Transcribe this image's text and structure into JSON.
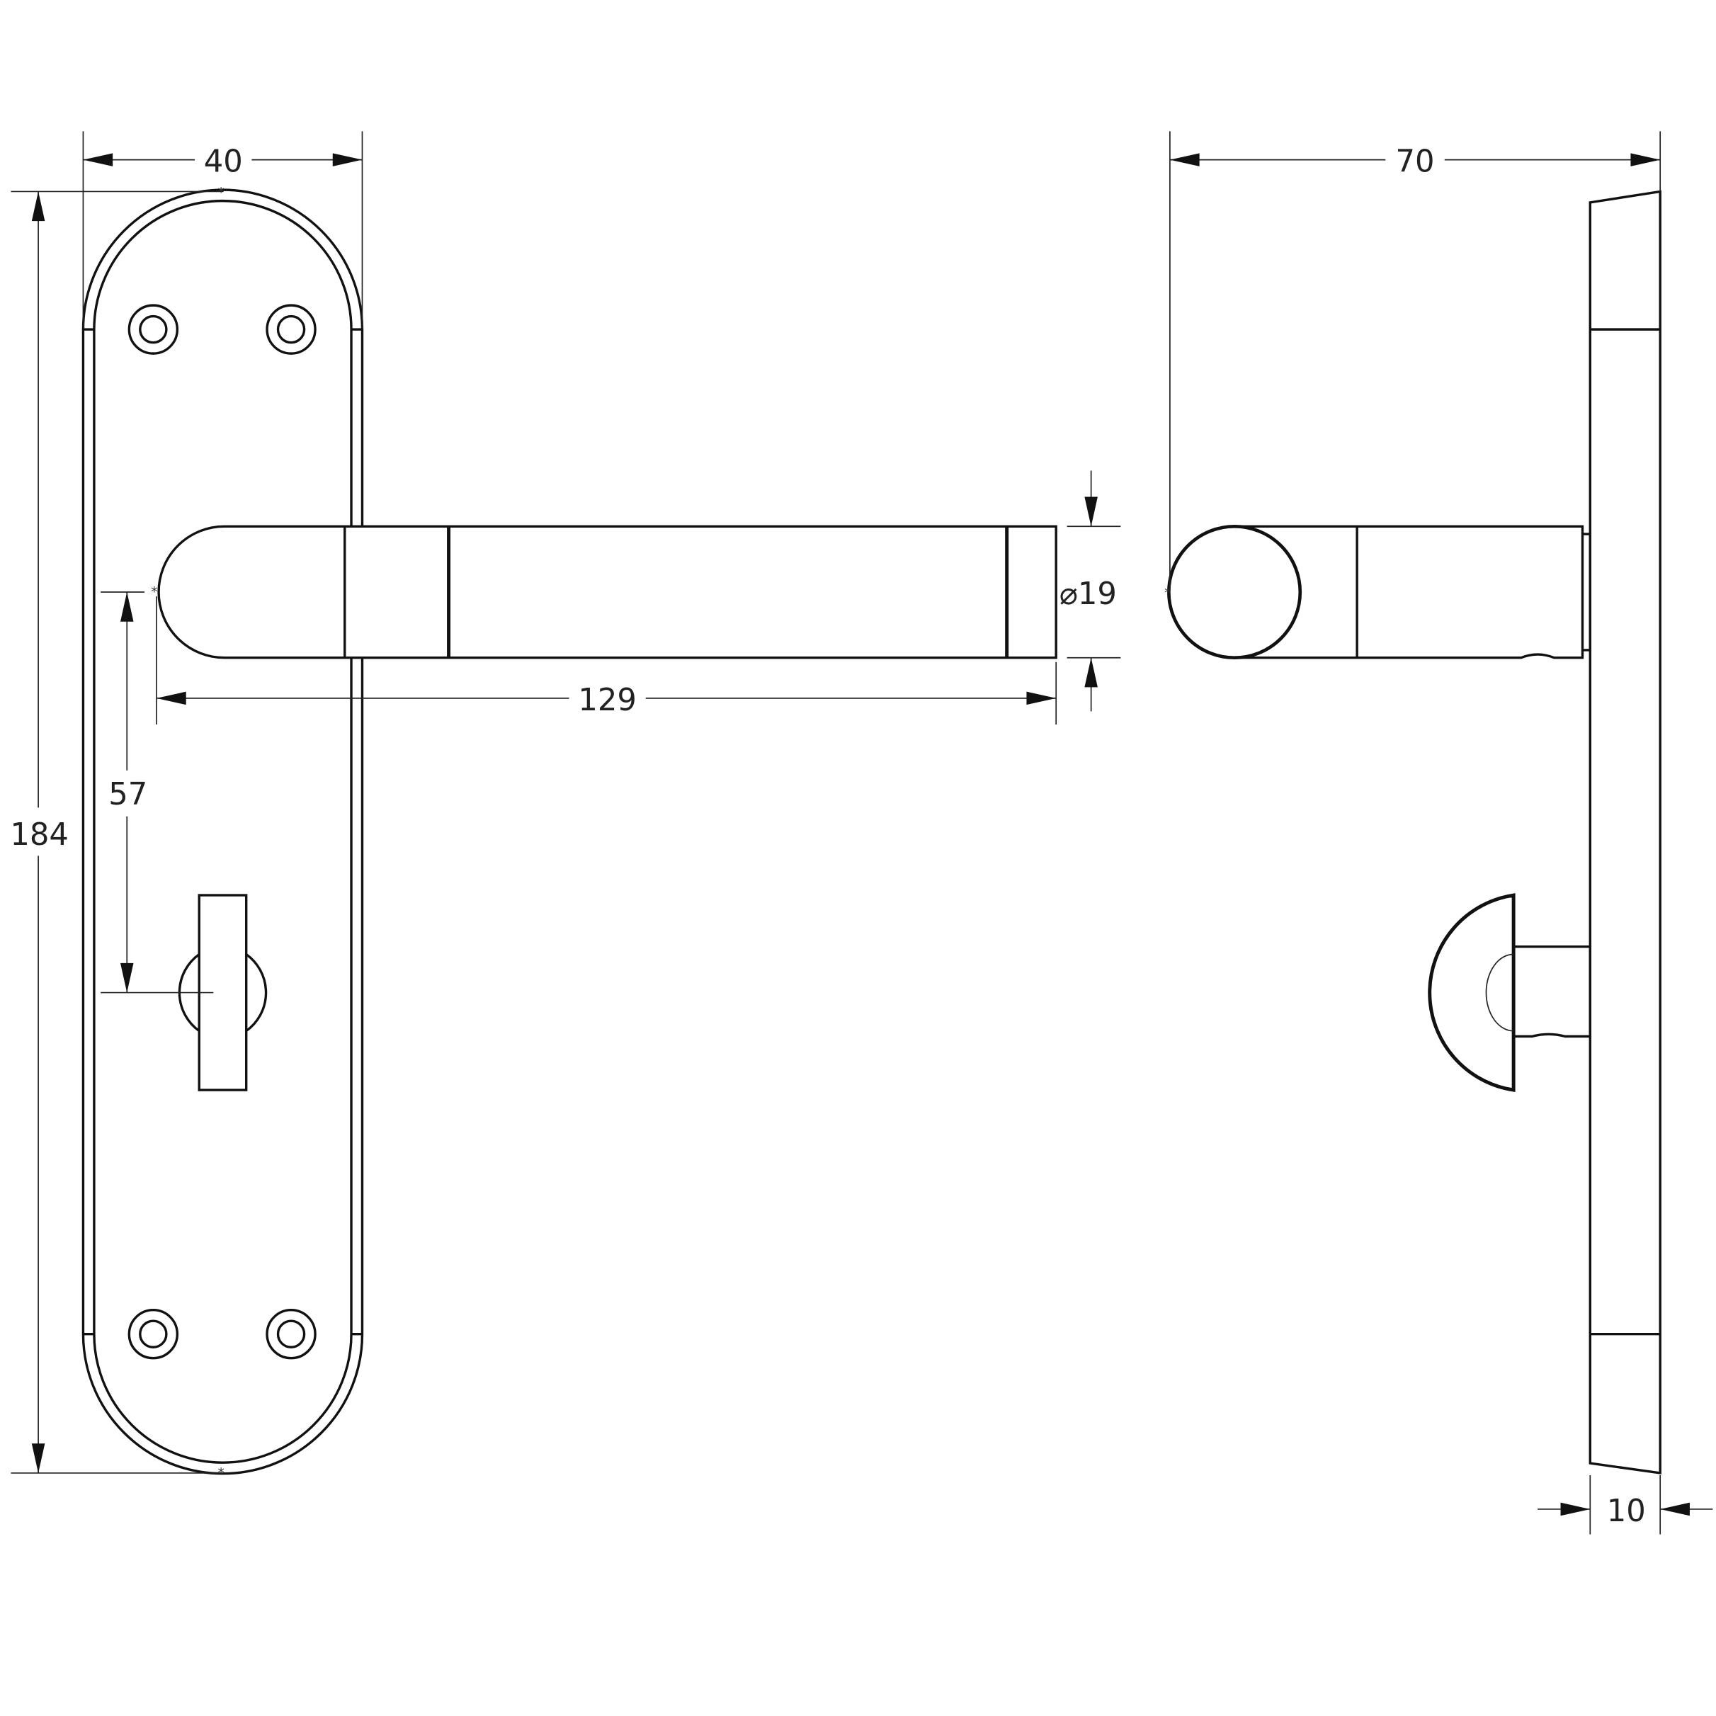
{
  "drawing": {
    "title": "Lever handle on backplate with bathroom turn - technical drawing",
    "views": [
      "front-view",
      "side-view"
    ],
    "units": "mm"
  },
  "dimensions": {
    "plate_width": "40",
    "plate_height": "184",
    "lever_length": "129",
    "lever_diameter": "⌀19",
    "centres": "57",
    "projection": "70",
    "plate_thickness": "10"
  },
  "colors": {
    "line": "#111111",
    "background": "#ffffff"
  }
}
